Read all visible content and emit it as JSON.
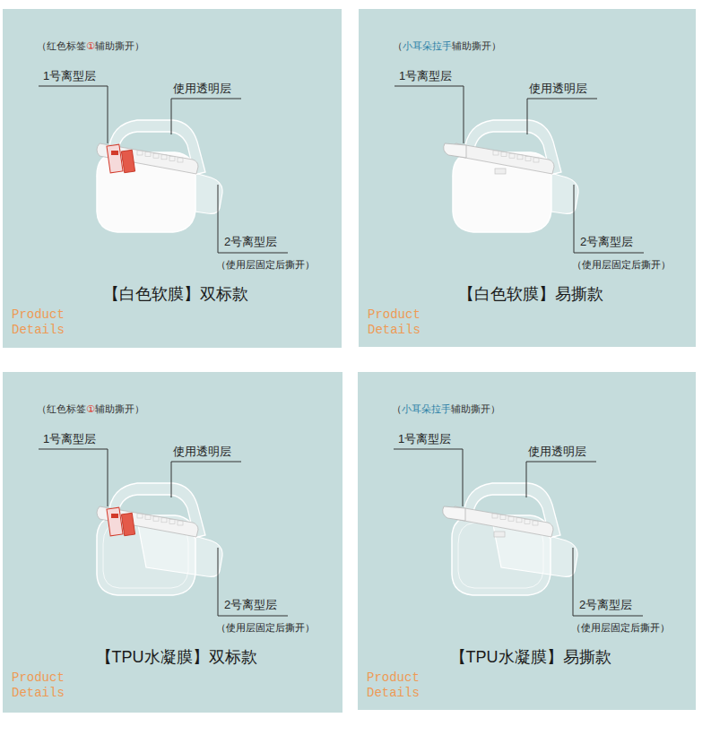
{
  "diagram": {
    "nodes": [
      {
        "text": [
          "（红色标签",
          "①",
          "辅助撕开）",
          "1号离型层",
          "使用透明层",
          "2号离型层",
          "（使用层固定后撕开）",
          "【白色软膜】双标款",
          "Product Details"
        ]
      },
      {
        "text": [
          "（",
          "小耳朵拉手",
          "辅助撕开）",
          "1号离型层",
          "使用透明层",
          "2号离型层",
          "（使用层固定后撕开）",
          "【白色软膜】易撕款",
          "Product Details"
        ]
      },
      {
        "text": [
          "（红色标签",
          "①",
          "辅助撕开）",
          "1号离型层",
          "使用透明层",
          "2号离型层",
          "（使用层固定后撕开）",
          "【TPU水凝膜】双标款",
          "Product Details"
        ]
      },
      {
        "text": [
          "（",
          "小耳朵拉手",
          "辅助撕开）",
          "1号离型层",
          "使用透明层",
          "2号离型层",
          "（使用层固定后撕开）",
          "【TPU水凝膜】易撕款",
          "Product Details"
        ]
      }
    ]
  }
}
